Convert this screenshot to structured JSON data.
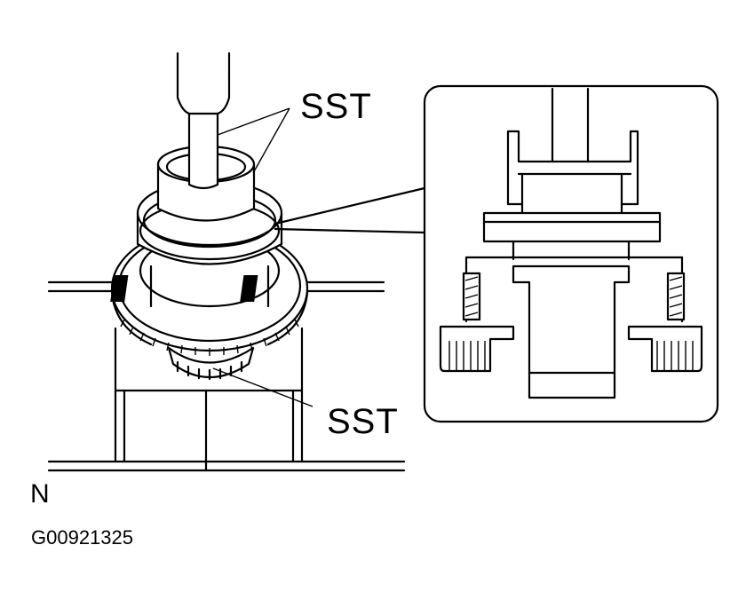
{
  "labels": {
    "sst_upper": "SST",
    "sst_lower": "SST",
    "view_mark": "N",
    "figure_code": "G00921325"
  }
}
